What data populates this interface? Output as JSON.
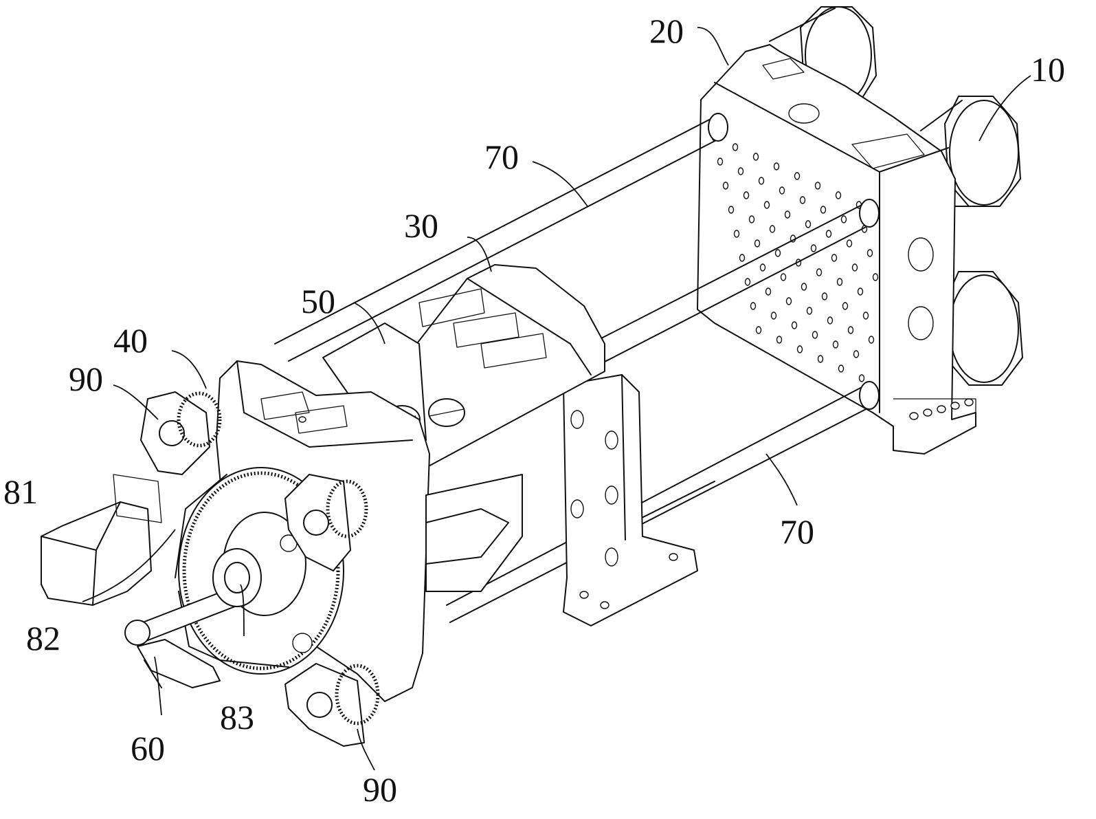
{
  "labels": {
    "l10": "10",
    "l20": "20",
    "l30": "30",
    "l40": "40",
    "l50": "50",
    "l60": "60",
    "l70_upper": "70",
    "l70_lower": "70",
    "l81": "81",
    "l82": "82",
    "l83": "83",
    "l90_left": "90",
    "l90_bottom": "90"
  }
}
